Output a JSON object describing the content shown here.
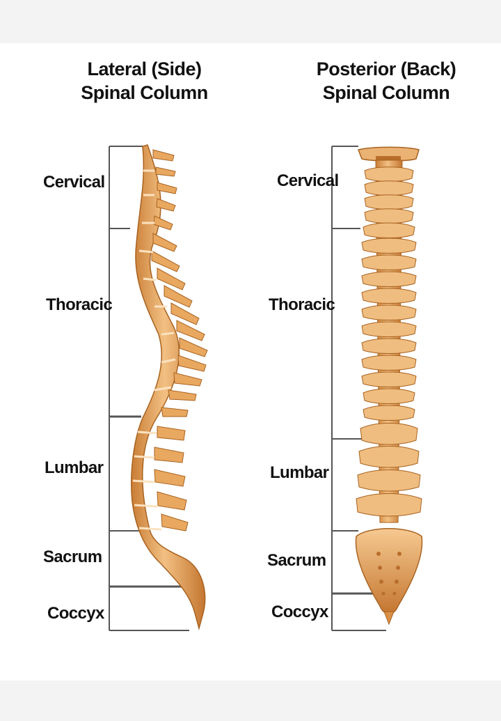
{
  "diagrams": [
    {
      "title_line1": "Lateral (Side)",
      "title_line2": "Spinal Column",
      "labels": {
        "cervical": "Cervical",
        "thoracic": "Thoracic",
        "lumbar": "Lumbar",
        "sacrum": "Sacrum",
        "coccyx": "Coccyx"
      }
    },
    {
      "title_line1": "Posterior (Back)",
      "title_line2": "Spinal Column",
      "labels": {
        "cervical": "Cervical",
        "thoracic": "Thoracic",
        "lumbar": "Lumbar",
        "sacrum": "Sacrum",
        "coccyx": "Coccyx"
      }
    }
  ],
  "colors": {
    "bone": "#e9a860",
    "bone_dark": "#b86e2a",
    "bone_light": "#f8d3a0",
    "bracket": "#555555"
  }
}
